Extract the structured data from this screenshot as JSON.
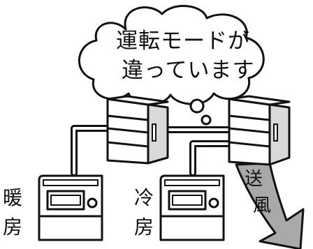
{
  "bubble": {
    "line1": "運転モードが",
    "line2": "違っています"
  },
  "left_remote": {
    "line1": "暖",
    "line2": "房"
  },
  "right_remote": {
    "line1": "冷",
    "line2": "房"
  },
  "airflow": {
    "line1": "送",
    "line2": "風"
  },
  "colors": {
    "stroke": "#111111",
    "fill": "#ffffff",
    "arrow_fill": "#a9a9a9",
    "shade": "#d9d9d9"
  }
}
